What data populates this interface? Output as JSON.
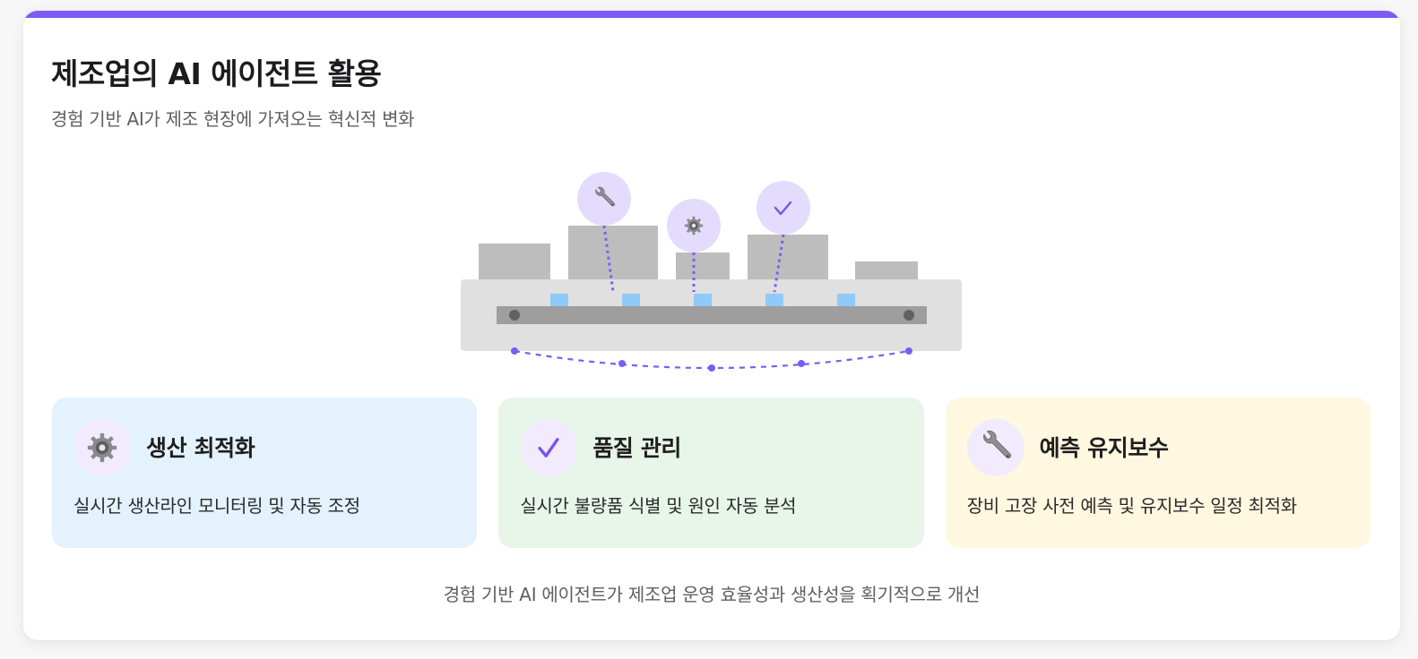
{
  "header": {
    "title": "제조업의 AI 에이전트 활용",
    "subtitle": "경험 기반 AI가 제조 현장에 가져오는 혁신적 변화"
  },
  "colors": {
    "accent": "#7c5cf6",
    "icon_bubble": "#e4dcfd",
    "machine": "#bdbdbd",
    "platform": "#e0e0e0",
    "conveyor": "#9e9e9e",
    "product": "#90caf9",
    "card_blue": "#e3f2fd",
    "card_green": "#e8f5e9",
    "card_yellow": "#fff8e1"
  },
  "diagram": {
    "bubbles": [
      {
        "icon": "wrench-icon"
      },
      {
        "icon": "gear-icon"
      },
      {
        "icon": "check-icon"
      }
    ]
  },
  "features": [
    {
      "icon": "gear-icon",
      "title": "생산 최적화",
      "desc": "실시간 생산라인 모니터링 및 자동 조정",
      "bg": "#e3f2fd"
    },
    {
      "icon": "check-icon",
      "title": "품질 관리",
      "desc": "실시간 불량품 식별 및 원인 자동 분석",
      "bg": "#e8f5e9"
    },
    {
      "icon": "wrench-icon",
      "title": "예측 유지보수",
      "desc": "장비 고장 사전 예측 및 유지보수 일정 최적화",
      "bg": "#fff8e1"
    }
  ],
  "footer": {
    "text": "경험 기반 AI 에이전트가 제조업 운영 효율성과 생산성을 획기적으로 개선"
  }
}
